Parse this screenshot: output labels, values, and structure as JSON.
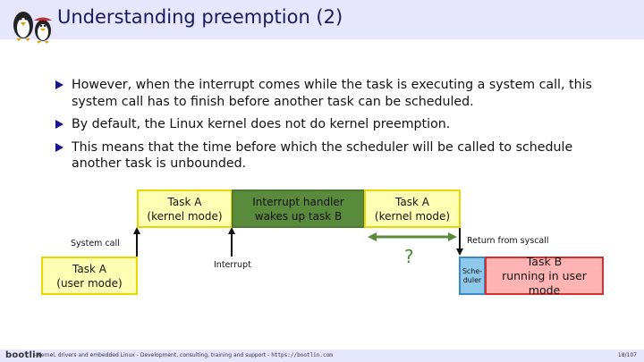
{
  "slide": {
    "title": "Understanding preemption (2)",
    "bullets": [
      "However, when the interrupt comes while the task is executing a system call, this system call has to finish before another task can be scheduled.",
      "By default, the Linux kernel does not do kernel preemption.",
      "This means that the time before which the scheduler will be called to schedule another task is unbounded."
    ]
  },
  "diagram": {
    "task_a_user": {
      "line1": "Task A",
      "line2": "(user mode)"
    },
    "task_a_kernel_1": {
      "line1": "Task A",
      "line2": "(kernel mode)"
    },
    "interrupt_handler": {
      "line1": "Interrupt handler",
      "line2": "wakes up task B"
    },
    "task_a_kernel_2": {
      "line1": "Task A",
      "line2": "(kernel mode)"
    },
    "scheduler": {
      "line1": "Sche-",
      "line2": "duler"
    },
    "task_b": {
      "line1": "Task B",
      "line2": "running in user mode"
    },
    "label_system_call": "System call",
    "label_interrupt": "Interrupt",
    "label_return": "Return from syscall",
    "question_mark": "?",
    "colors": {
      "yellow": "#ffffb3",
      "green": "#5a8a3c",
      "blue": "#8ec8ea",
      "red": "#ffb3b3",
      "arrow_green": "#5a8a3c"
    }
  },
  "footer": {
    "brand": "bootlin",
    "text": "- Kernel, drivers and embedded Linux - Development, consulting, training and support -",
    "url": "https://bootlin.com",
    "page": "18/107"
  }
}
